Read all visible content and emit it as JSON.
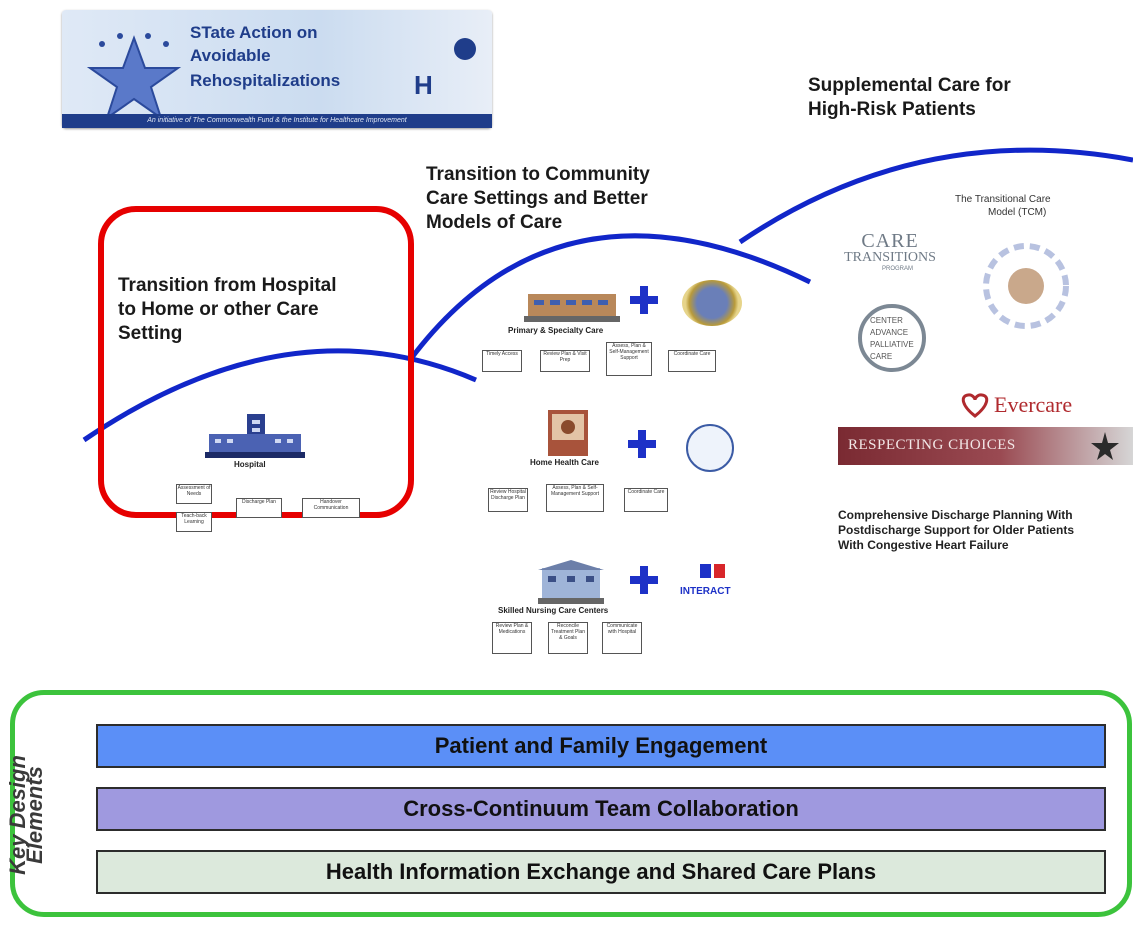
{
  "banner": {
    "line1": "STate Action on",
    "line2": "Avoidable",
    "line3": "Rehospitalizations",
    "footer": "An initiative of The Commonwealth Fund & the Institute for Healthcare Improvement",
    "logo_letter": "H"
  },
  "stages": {
    "hospital": {
      "title_l1": "Transition from Hospital",
      "title_l2": "to Home or other Care",
      "title_l3": "Setting",
      "building_label": "Hospital",
      "flow": [
        "Assessment of Needs",
        "Teach-back Learning",
        "Discharge Plan",
        "Handover Communication"
      ]
    },
    "community": {
      "title_l1": "Transition to Community",
      "title_l2": "Care Settings and Better",
      "title_l3": "Models of Care",
      "primary": {
        "label": "Primary & Specialty Care",
        "flow": [
          "Timely Access",
          "Review Plan & Visit Prep",
          "Assess, Plan & Self-Management Support",
          "Coordinate Care"
        ]
      },
      "home": {
        "label": "Home Health Care",
        "flow": [
          "Review Hospital Discharge Plan",
          "Assess, Plan & Self-Management Support",
          "Coordinate Care"
        ]
      },
      "snf": {
        "label": "Skilled  Nursing Care Centers",
        "flow": [
          "Review Plan & Medications",
          "Reconcile Treatment Plan & Goals",
          "Communicate with Hospital"
        ]
      },
      "interact_label": "INTERACT"
    },
    "supplemental": {
      "title_l1": "Supplemental Care for",
      "title_l2": "High-Risk Patients",
      "tcm_l1": "The Transitional Care",
      "tcm_l2": "Model (TCM)",
      "care_transitions_l1": "CARE",
      "care_transitions_l2": "TRANSITIONS",
      "care_transitions_l3": "PROGRAM",
      "capc_l1": "CENTER",
      "capc_l2": "ADVANCE",
      "capc_l3": "PALLIATIVE",
      "capc_l4": "CARE",
      "evercare": "Evercare",
      "respecting": "RESPECTING CHOICES",
      "study_l1": "Comprehensive Discharge Planning With",
      "study_l2": "Postdischarge Support for Older Patients",
      "study_l3": "With Congestive Heart Failure"
    }
  },
  "key_design": {
    "label_l1": "Key Design",
    "label_l2": "Elements",
    "bars": [
      {
        "text": "Patient and Family Engagement",
        "color": "#5b8ff7"
      },
      {
        "text": "Cross-Continuum Team Collaboration",
        "color": "#9f99df"
      },
      {
        "text": "Health Information Exchange and Shared Care Plans",
        "color": "#dce9dc"
      }
    ]
  },
  "colors": {
    "arc": "#1126c9",
    "highlight": "#e60000",
    "frame": "#3cc33c",
    "plus": "#1d31c7"
  }
}
